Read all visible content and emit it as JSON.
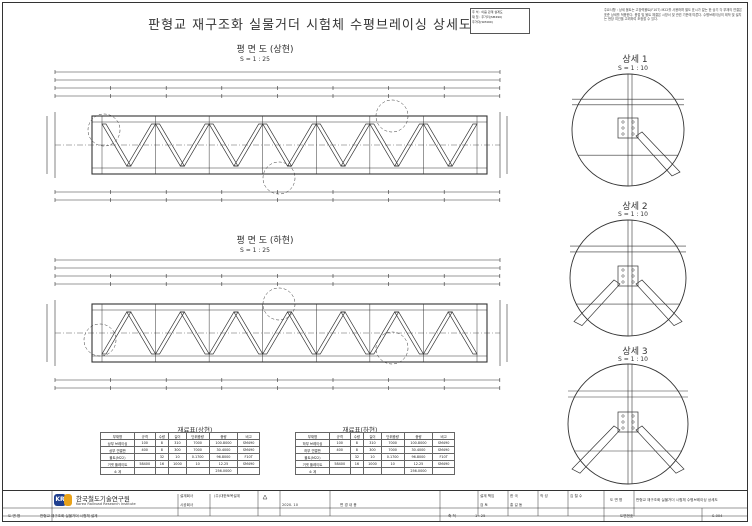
{
  "title": "판형교 재구조화 실물거더 시험체 수평브레이싱 상세도",
  "note_box": {
    "line1": "주  석 : 이음 관계 설계도",
    "line2": "재  질 : 주거더(SM490)",
    "line3": "주거더(SM490)"
  },
  "notes_text": "주요사항 : 상세 볼트는 고장력볼트(F10T) M22를 사용하며 별도 표시가 없는 한 상기 각 부재의 연결은 표준 상세를 적용한다. 용접 및 볼트 체결은 시방서 및 관련 기준에 따른다. 수평브레이싱의 제작 및 설치는 현장 여건을 고려하여 조정할 수 있다.",
  "plan_upper": {
    "label": "평 면 도 (상현)",
    "scale": "S = 1 : 25"
  },
  "plan_lower": {
    "label": "평 면 도 (하현)",
    "scale": "S = 1 : 25"
  },
  "details": [
    {
      "label": "상세 1",
      "scale": "S = 1 : 10"
    },
    {
      "label": "상세 2",
      "scale": "S = 1 : 10"
    },
    {
      "label": "상세 3",
      "scale": "S = 1 : 10"
    }
  ],
  "tables": [
    {
      "title": "재료표(상현)",
      "headers": [
        "부재명",
        "규격",
        "수량",
        "길이",
        "단위중량",
        "중량",
        "비고"
      ],
      "rows": [
        [
          "상부 브레이싱",
          "100",
          "8",
          "310",
          "7000",
          "100.8000",
          "SM490"
        ],
        [
          "상부 연결판",
          "400",
          "8",
          "300",
          "7000",
          "30.4000",
          "SM490"
        ],
        [
          "볼트(M22)",
          "",
          "32",
          "10",
          "0.1700",
          "96.8000",
          "F10T"
        ],
        [
          "거셋 플레이트",
          "58400",
          "16",
          "1000",
          "10",
          "12.25",
          "SM490"
        ],
        [
          "소 계",
          "",
          "",
          "",
          "",
          "256.0000",
          ""
        ]
      ]
    },
    {
      "title": "재료표(하현)",
      "headers": [
        "부재명",
        "규격",
        "수량",
        "길이",
        "단위중량",
        "중량",
        "비고"
      ],
      "rows": [
        [
          "하부 브레이싱",
          "100",
          "8",
          "310",
          "7000",
          "100.8000",
          "SM490"
        ],
        [
          "하부 연결판",
          "400",
          "8",
          "300",
          "7000",
          "30.4000",
          "SM490"
        ],
        [
          "볼트(M22)",
          "",
          "32",
          "10",
          "0.1700",
          "96.8000",
          "F10T"
        ],
        [
          "거셋 플레이트",
          "58400",
          "16",
          "1000",
          "10",
          "12.25",
          "SM490"
        ],
        [
          "소 계",
          "",
          "",
          "",
          "",
          "256.0000",
          ""
        ]
      ]
    }
  ],
  "title_block": {
    "org_kr": "한국철도기술연구원",
    "org_en": "Korea Railroad Research Institute",
    "logo_text": "KR",
    "design_label": "설계회사",
    "design_value": "(주)대한토목설계",
    "review_label": "시공회사",
    "date": "2020. 10",
    "rev_label": "변 경 내 용",
    "drawing_label": "도 면 명",
    "drawing_value": "판형교 재구조화 실물거더 시험체 설계",
    "scale_label": "축  척",
    "scale_value": "1 : 25",
    "sheet_label": "도면번호",
    "sheet_value": "S-004",
    "roles": [
      "설계 책임",
      "검 토",
      "작 성",
      "도 면 명"
    ],
    "role_values": [
      "한 국",
      "홍 길 동",
      "김 철 수",
      "판형교 재구조화 실물거더 시험체 수평브레이싱 상세도"
    ]
  }
}
